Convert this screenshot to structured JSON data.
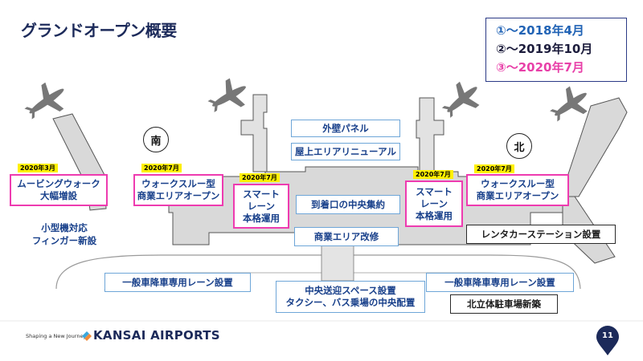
{
  "title": "グランドオープン概要",
  "legend": {
    "phase1": {
      "text": "①～2018年4月",
      "color": "#2163b5"
    },
    "phase2": {
      "text": "②～2019年10月",
      "color": "#1c1c3c"
    },
    "phase3": {
      "text": "③～2020年7月",
      "color": "#e83fa8"
    }
  },
  "compass": {
    "south": "南",
    "north": "北"
  },
  "projects": {
    "moving_walkway": {
      "date": "2020年3月",
      "line1": "ムービングウォーク",
      "line2": "大幅増設"
    },
    "walkthrough_south": {
      "date": "2020年7月",
      "line1": "ウォークスルー型",
      "line2": "商業エリアオープン"
    },
    "smart_lane_south": {
      "date": "2020年7月",
      "line1": "スマート",
      "line2": "レーン",
      "line3": "本格運用"
    },
    "smart_lane_north": {
      "date": "2020年7月",
      "line1": "スマート",
      "line2": "レーン",
      "line3": "本格運用"
    },
    "walkthrough_north": {
      "date": "2020年7月",
      "line1": "ウォークスルー型",
      "line2": "商業エリアオープン"
    },
    "exterior_panel": {
      "text": "外壁パネル"
    },
    "rooftop": {
      "text": "屋上エリアリニューアル"
    },
    "arrival_center": {
      "text": "到着口の中央集約"
    },
    "commercial_renovation": {
      "text": "商業エリア改修"
    },
    "small_aircraft": {
      "line1": "小型機対応",
      "line2": "フィンガー新設"
    },
    "rental_car": {
      "text": "レンタカーステーション設置"
    },
    "general_lane_south": {
      "text": "一般車降車専用レーン設置"
    },
    "general_lane_north": {
      "text": "一般車降車専用レーン設置"
    },
    "central_pickup": {
      "line1": "中央送迎スペース設置",
      "line2": "タクシー、バス乗場の中央配置"
    },
    "north_parking": {
      "text": "北立体駐車場新築"
    }
  },
  "footer": {
    "tagline": "Shaping a New Journey",
    "logo": "KANSAI AIRPORTS",
    "page": "11"
  }
}
